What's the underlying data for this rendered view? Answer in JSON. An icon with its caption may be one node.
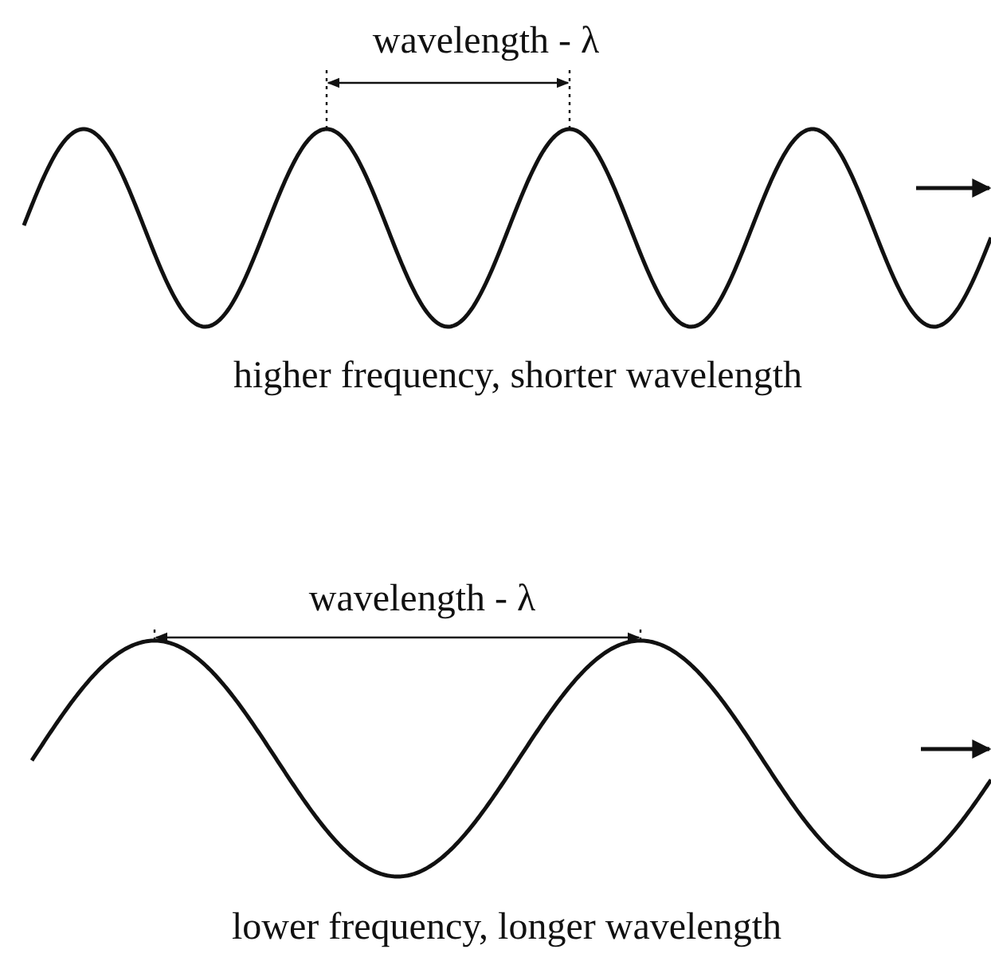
{
  "diagram": {
    "labels": [
      "wavelength - λ",
      "higher frequency, shorter wavelength",
      "wavelength - λ",
      "lower frequency, longer wavelength"
    ]
  }
}
